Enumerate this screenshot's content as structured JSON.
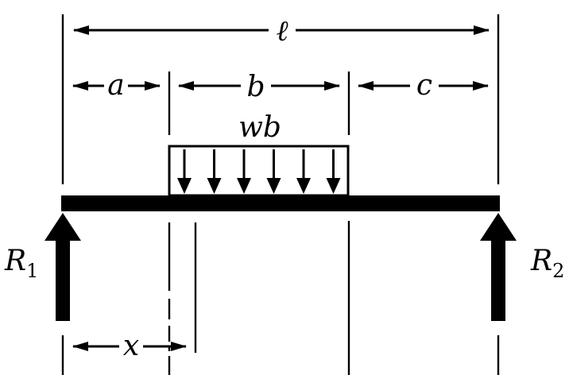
{
  "diagram": {
    "labels": {
      "total_length": "ℓ",
      "segment_a": "a",
      "segment_b": "b",
      "segment_c": "c",
      "load": "wb",
      "position": "x",
      "reaction_left": "R",
      "reaction_left_sub": "1",
      "reaction_right": "R",
      "reaction_right_sub": "2"
    },
    "load_arrow_count": 6,
    "colors": {
      "stroke": "#000000",
      "background": "#ffffff"
    }
  }
}
